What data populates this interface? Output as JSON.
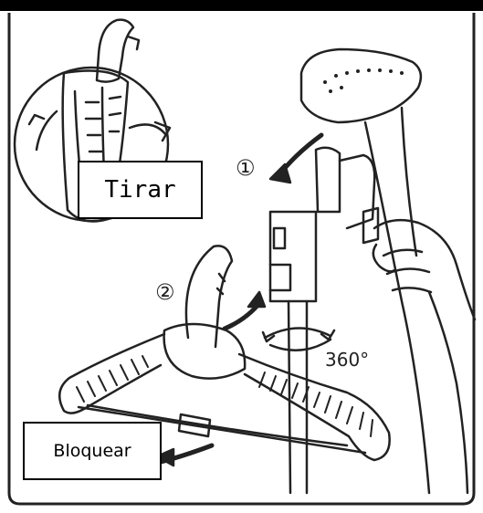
{
  "labels": {
    "pull": "Tirar",
    "lock": "Bloquear",
    "step1": "①",
    "step2": "②",
    "rotation": "360°"
  },
  "colors": {
    "line": "#222222",
    "frame": "#000000",
    "background": "#ffffff"
  }
}
